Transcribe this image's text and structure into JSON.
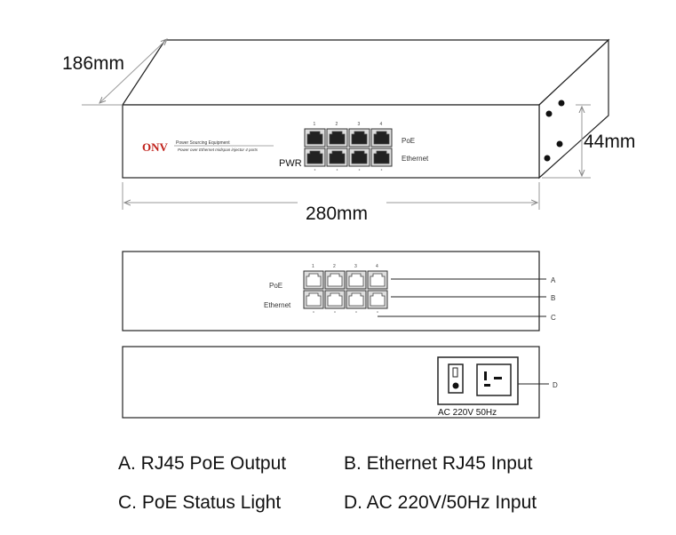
{
  "dimensions": {
    "depth": "186mm",
    "height": "44mm",
    "width": "280mm"
  },
  "front_panel": {
    "logo": "ONV",
    "product_line1": "Power Sourcing Equipment",
    "product_line2": "Power over Ethernet midspan injector 4 ports",
    "pwr_label": "PWR",
    "poe_label": "PoE",
    "ethernet_label": "Ethernet",
    "port_numbers": [
      "1",
      "2",
      "3",
      "4"
    ]
  },
  "detail_panel": {
    "poe_label": "PoE",
    "ethernet_label": "Ethernet",
    "port_numbers": [
      "1",
      "2",
      "3",
      "4"
    ],
    "callouts": [
      "A",
      "B",
      "C"
    ]
  },
  "rear_panel": {
    "callout": "D",
    "power_label": "AC  220V  50Hz"
  },
  "legend": [
    "A. RJ45 PoE Output",
    "B. Ethernet RJ45 Input",
    "C. PoE Status Light",
    "D. AC 220V/50Hz Input"
  ]
}
